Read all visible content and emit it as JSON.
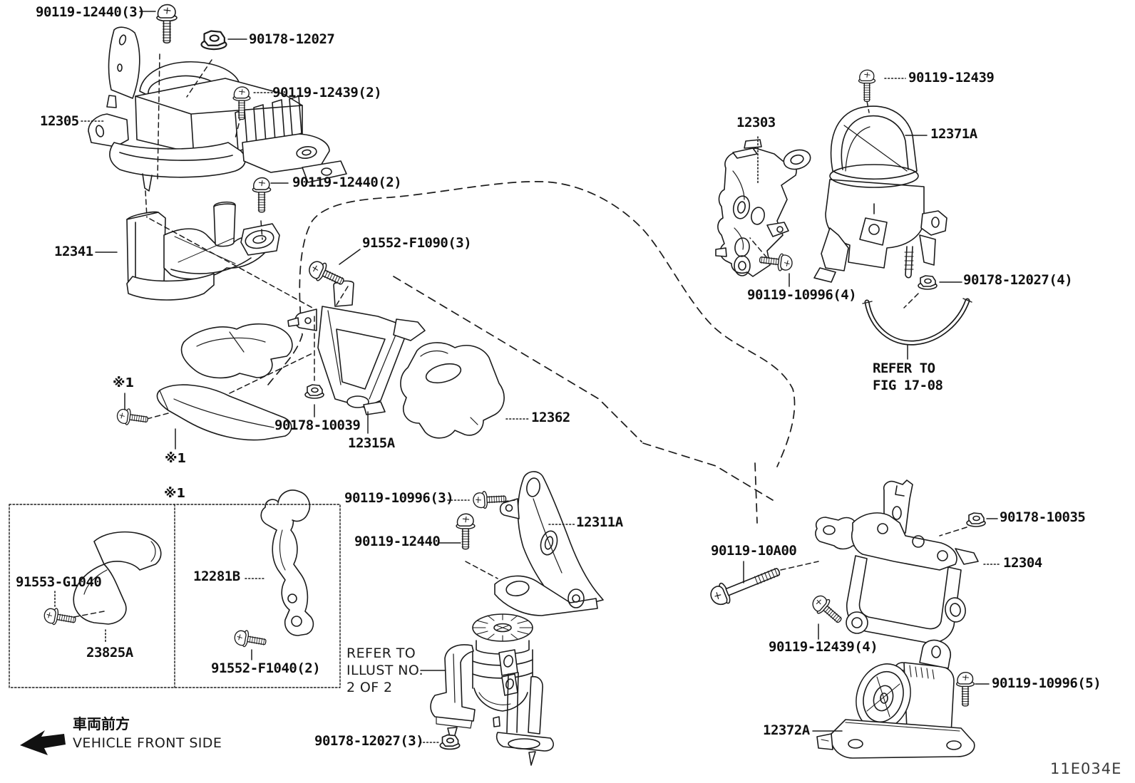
{
  "diagram": {
    "drawing_code": "11E034E",
    "vehicle_front": {
      "jp": "車両前方",
      "en": "VEHICLE FRONT SIDE"
    },
    "references": {
      "fig": [
        "REFER TO",
        "FIG 17-08"
      ],
      "illust": [
        "REFER TO",
        "ILLUST NO.",
        "2 OF 2"
      ]
    },
    "footnote_marker": "※1"
  },
  "labels": [
    {
      "id": "bolt-90119-12440-x3",
      "text": "90119-12440(3)"
    },
    {
      "id": "nut-90178-12027",
      "text": "90178-12027"
    },
    {
      "id": "bolt-90119-12439-x2",
      "text": "90119-12439(2)"
    },
    {
      "id": "part-12305",
      "text": "12305"
    },
    {
      "id": "bolt-90119-12440-x2",
      "text": "90119-12440(2)"
    },
    {
      "id": "part-12341",
      "text": "12341"
    },
    {
      "id": "bolt-91552-F1090-x3",
      "text": "91552-F1090(3)"
    },
    {
      "id": "footnote-1a",
      "text": "※1"
    },
    {
      "id": "footnote-1b",
      "text": "※1"
    },
    {
      "id": "nut-90178-10039",
      "text": "90178-10039"
    },
    {
      "id": "part-12315A",
      "text": "12315A"
    },
    {
      "id": "part-12362",
      "text": "12362"
    },
    {
      "id": "part-12303",
      "text": "12303"
    },
    {
      "id": "bolt-90119-12439",
      "text": "90119-12439"
    },
    {
      "id": "part-12371A",
      "text": "12371A"
    },
    {
      "id": "bolt-90119-10996-x4",
      "text": "90119-10996(4)"
    },
    {
      "id": "nut-90178-12027-x4",
      "text": "90178-12027(4)"
    },
    {
      "id": "ref-fig-line1",
      "text": "REFER TO"
    },
    {
      "id": "ref-fig-line2",
      "text": "FIG 17-08"
    },
    {
      "id": "bolt-90119-10996-x3",
      "text": "90119-10996(3)"
    },
    {
      "id": "bolt-90119-12440",
      "text": "90119-12440"
    },
    {
      "id": "part-12311A",
      "text": "12311A"
    },
    {
      "id": "footnote-1c",
      "text": "※1"
    },
    {
      "id": "bolt-91553-G1040",
      "text": "91553-G1040"
    },
    {
      "id": "part-23825A",
      "text": "23825A"
    },
    {
      "id": "part-12281B",
      "text": "12281B"
    },
    {
      "id": "bolt-91552-F1040-x2",
      "text": "91552-F1040(2)"
    },
    {
      "id": "ref-illust-line1",
      "text": "REFER TO"
    },
    {
      "id": "ref-illust-line2",
      "text": "ILLUST NO."
    },
    {
      "id": "ref-illust-line3",
      "text": "2 OF 2"
    },
    {
      "id": "nut-90178-12027-x3",
      "text": "90178-12027(3)"
    },
    {
      "id": "nut-90178-10035",
      "text": "90178-10035"
    },
    {
      "id": "part-12304",
      "text": "12304"
    },
    {
      "id": "bolt-90119-10A00",
      "text": "90119-10A00"
    },
    {
      "id": "bolt-90119-12439-x4",
      "text": "90119-12439(4)"
    },
    {
      "id": "bolt-90119-10996-x5",
      "text": "90119-10996(5)"
    },
    {
      "id": "part-12372A",
      "text": "12372A"
    },
    {
      "id": "front-jp",
      "text": "車両前方"
    },
    {
      "id": "front-en",
      "text": "VEHICLE FRONT SIDE"
    },
    {
      "id": "drawing-code",
      "text": "11E034E"
    }
  ]
}
